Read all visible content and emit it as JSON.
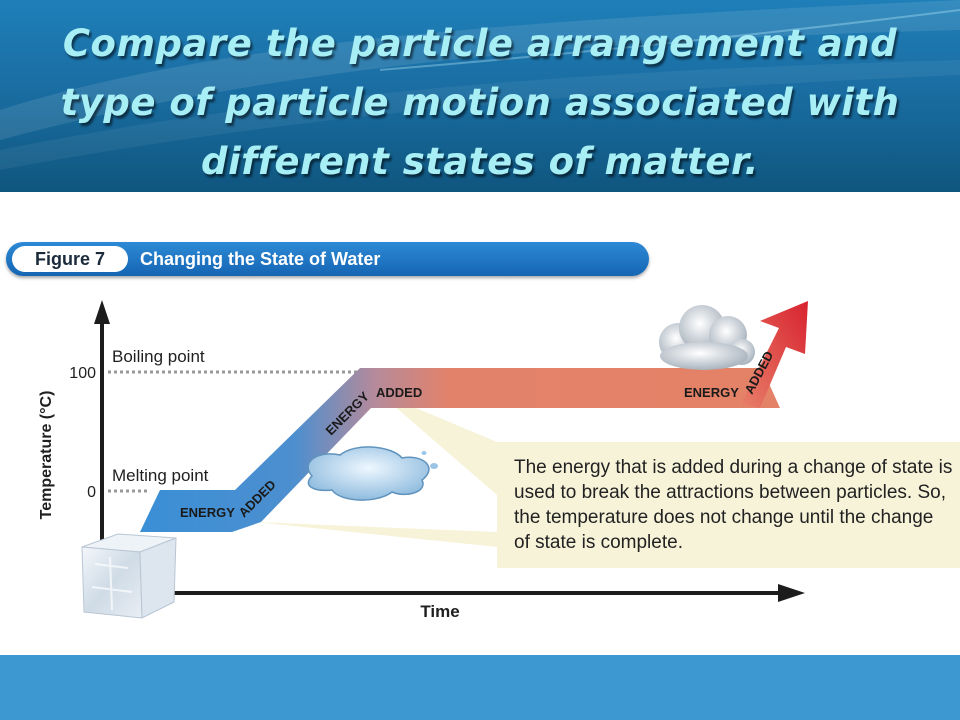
{
  "slide": {
    "title_lines": [
      "Compare the particle arrangement and",
      "type of particle motion associated with",
      "different states of matter."
    ]
  },
  "figure": {
    "number": "Figure 7",
    "title": "Changing the State of Water",
    "y_axis_label": "Temperature (°C)",
    "x_axis_label": "Time",
    "y_ticks": [
      "100",
      "0"
    ],
    "reference_lines": [
      "Boiling point",
      "Melting point"
    ],
    "band_labels": {
      "melt_plateau": "ENERGY",
      "melt_rise": "ADDED",
      "boil_rise": "ENERGY",
      "boil_plateau": "ADDED",
      "vapor_plateau": "ENERGY",
      "vapor_rise": "ADDED"
    },
    "callout": "The energy that is added during a change of state is used to break the attractions between particles. So, the temperature does not change until the change of state is complete.",
    "icons": [
      "ice-cube-icon",
      "water-puddle-icon",
      "steam-cloud-icon"
    ]
  },
  "colors": {
    "header": "#1a6ea3",
    "title_text": "#a7eef5",
    "figure_bar": "#1565b3",
    "band_cold": "#3a8fd6",
    "band_hot": "#e3826a",
    "arrow": "#d8232f",
    "callout_bg": "#f7f3d9",
    "footer": "#3d98d1"
  }
}
